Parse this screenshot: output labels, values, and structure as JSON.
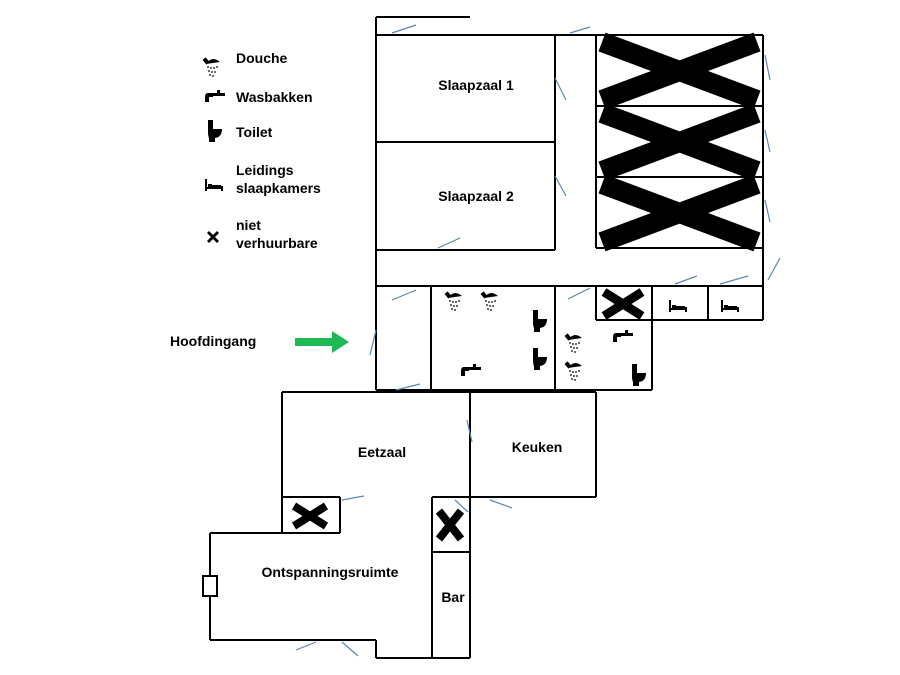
{
  "legend": {
    "douche": "Douche",
    "wasbakken": "Wasbakken",
    "toilet": "Toilet",
    "leidings_line1": "Leidings",
    "leidings_line2": "slaapkamers",
    "niet_line1": "niet",
    "niet_line2": "verhuurbare"
  },
  "rooms": {
    "slaapzaal1": "Slaapzaal 1",
    "slaapzaal2": "Slaapzaal 2",
    "eetzaal": "Eetzaal",
    "keuken": "Keuken",
    "ontspanningsruimte": "Ontspanningsruimte",
    "bar": "Bar"
  },
  "entrance": {
    "label": "Hoofdingang",
    "arrow_color": "#1db954"
  },
  "colors": {
    "wall": "#000000",
    "window": "#5a86b8"
  },
  "icons": {
    "shower": "shower-icon",
    "sink": "sink-icon",
    "toilet": "toilet-icon",
    "bed": "bed-icon",
    "cross": "cross-icon"
  }
}
